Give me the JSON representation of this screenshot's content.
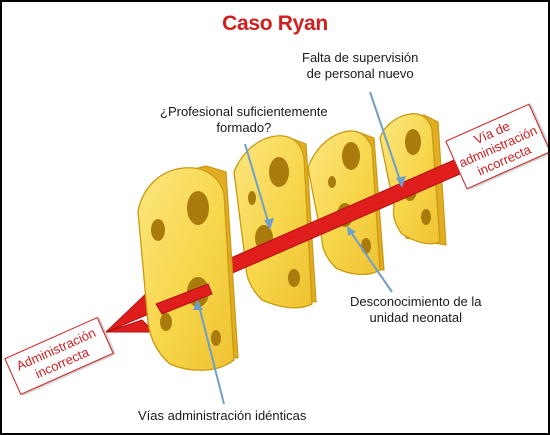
{
  "title": "Caso Ryan",
  "colors": {
    "title": "#d11f1f",
    "arrow": "#e01d1d",
    "cheese_face": "#f7d64a",
    "cheese_edge": "#c99a12",
    "cheese_side": "#e7b52a",
    "hole": "#a87b0c",
    "pointer": "#6f9fc9",
    "tag_border": "#d11f1f",
    "tag_text": "#d11f1f",
    "annotation_text": "#1a1a1a"
  },
  "labels": {
    "top_right": [
      "Falta de supervisión",
      "de personal nuevo"
    ],
    "top_left": [
      "¿Profesional suficientemente",
      "formado?"
    ],
    "middle_right": [
      "Desconocimiento de la",
      "unidad neonatal"
    ],
    "bottom": "Vías administración idénticas"
  },
  "tags": {
    "right": [
      "Vía de",
      "administración",
      "incorrecta"
    ],
    "left": [
      "Administración",
      "incorrecta"
    ]
  },
  "icons": [
    "swiss-cheese-slice-icon",
    "trajectory-arrow-icon"
  ]
}
